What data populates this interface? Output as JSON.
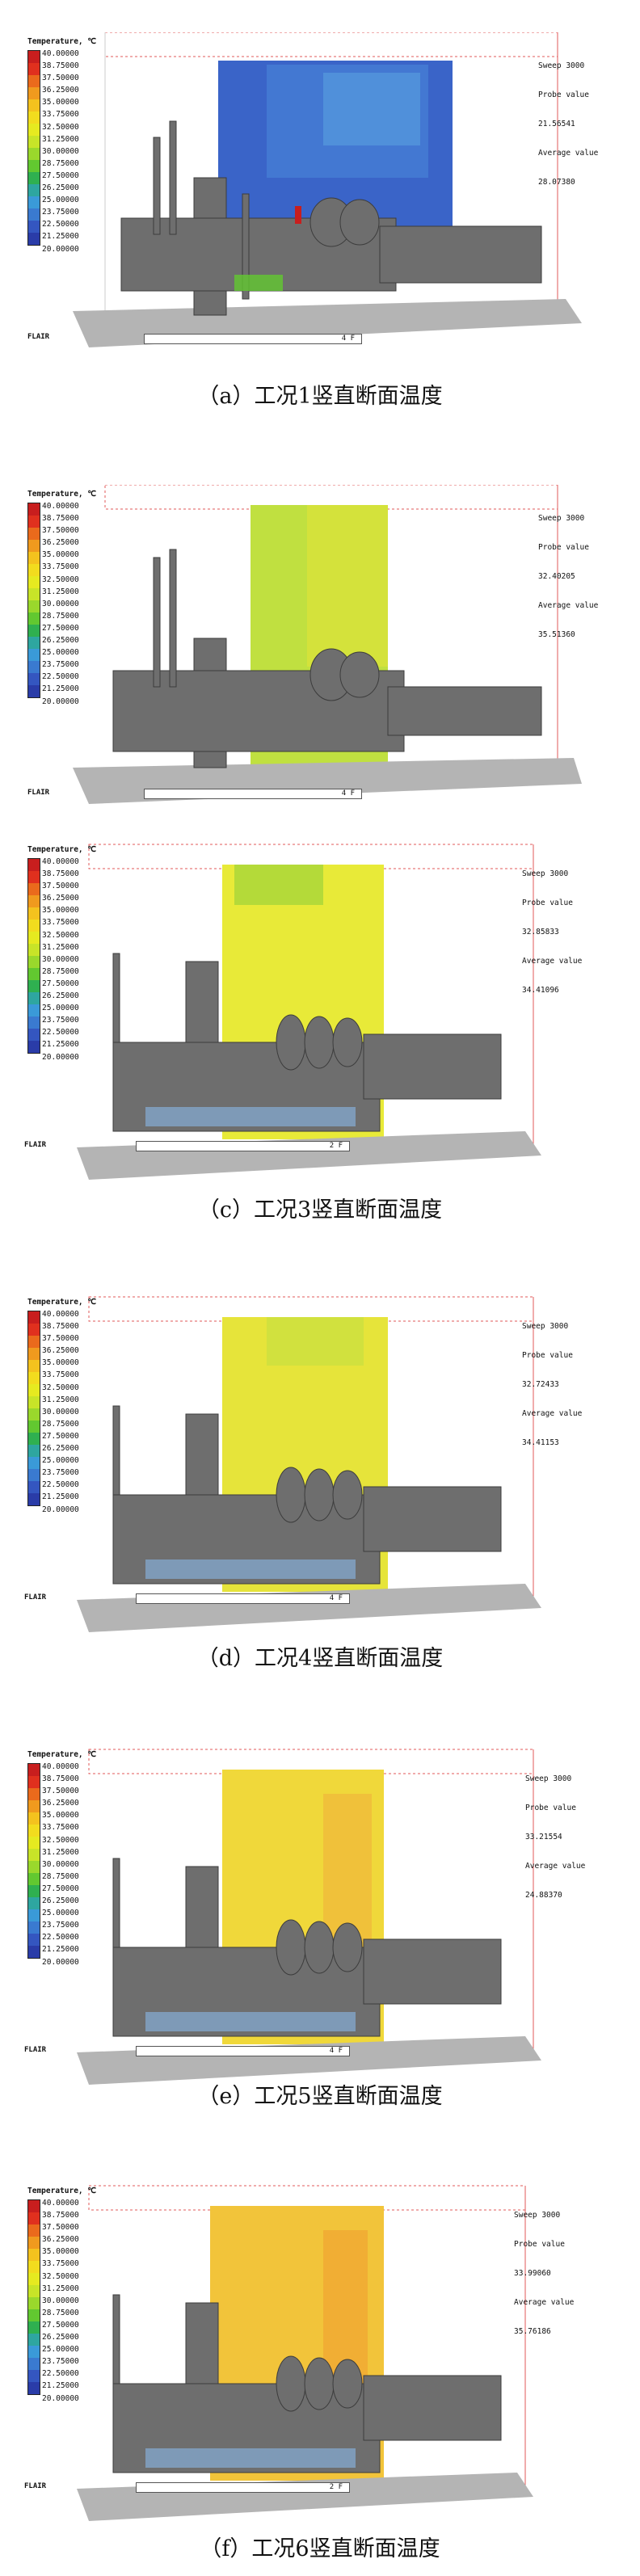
{
  "colors": {
    "scale": [
      "#c81e1e",
      "#e0301e",
      "#ea6a1c",
      "#f09a1e",
      "#f4c21e",
      "#f2dc1e",
      "#e6ea20",
      "#c8e428",
      "#9ad82c",
      "#62c830",
      "#2fb050",
      "#2ea6a0",
      "#3a9ad8",
      "#3a7ad0",
      "#3456c0",
      "#2a3ca8"
    ],
    "case1_plane": "#3a64c8",
    "case2_plane": "#b8e040",
    "case3_plane": "#e8ea38",
    "case4_plane": "#e6e43a",
    "case5_plane": "#f0d83a",
    "case6_plane": "#f2c43a"
  },
  "legend": {
    "title": "Temperature, ℃",
    "values": [
      "40.00000",
      "38.75000",
      "37.50000",
      "36.25000",
      "35.00000",
      "33.75000",
      "32.50000",
      "31.25000",
      "30.00000",
      "28.75000",
      "27.50000",
      "26.25000",
      "25.00000",
      "23.75000",
      "22.50000",
      "21.25000",
      "20.00000"
    ]
  },
  "panels": [
    {
      "sweep": "Sweep 3000",
      "probe_label": "Probe value",
      "probe": "21.56541",
      "avg_label": "Average value",
      "avg": "28.07380",
      "flair": "FLAIR",
      "bar": "4 F",
      "caption": "（a）工况1竖直断面温度"
    },
    {
      "sweep": "Sweep 3000",
      "probe_label": "Probe value",
      "probe": "32.40205",
      "avg_label": "Average value",
      "avg": "35.51360",
      "flair": "FLAIR",
      "bar": "4 F",
      "caption": ""
    },
    {
      "sweep": "Sweep 3000",
      "probe_label": "Probe value",
      "probe": "32.85833",
      "avg_label": "Average value",
      "avg": "34.41096",
      "flair": "FLAIR",
      "bar": "2 F",
      "caption": "（c）工况3竖直断面温度"
    },
    {
      "sweep": "Sweep 3000",
      "probe_label": "Probe value",
      "probe": "32.72433",
      "avg_label": "Average value",
      "avg": "34.41153",
      "flair": "FLAIR",
      "bar": "4 F",
      "caption": "（d）工况4竖直断面温度"
    },
    {
      "sweep": "Sweep 3000",
      "probe_label": "Probe value",
      "probe": "33.21554",
      "avg_label": "Average value",
      "avg": "24.88370",
      "flair": "FLAIR",
      "bar": "4 F",
      "caption": "（e）工况5竖直断面温度"
    },
    {
      "sweep": "Sweep 3000",
      "probe_label": "Probe value",
      "probe": "33.99060",
      "avg_label": "Average value",
      "avg": "35.76186",
      "flair": "FLAIR",
      "bar": "2 F",
      "caption": "（f）工况6竖直断面温度"
    }
  ]
}
